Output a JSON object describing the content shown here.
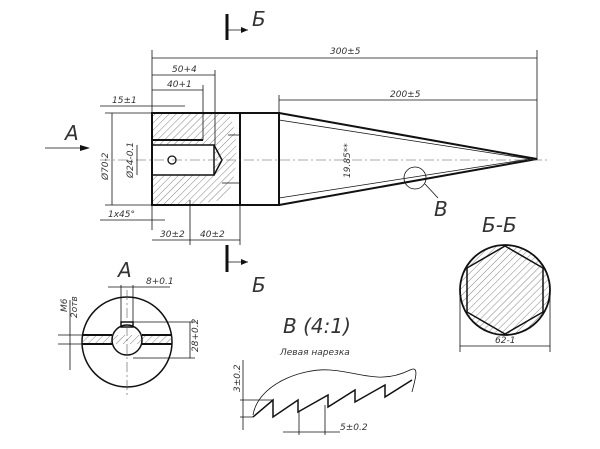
{
  "title": "Технический чертёж колуна-конуса",
  "dimensions": {
    "overall_length": "300±5",
    "bore_depth": "50+4",
    "slot_length": "40+1",
    "hole_offset": "15±1",
    "cone_length": "200±5",
    "outer_diameter": "Ø70-2",
    "bore_diameter": "Ø24-0.1",
    "cone_dim": "19.85**",
    "chamfer": "1x45°",
    "step1": "30±2",
    "step2": "40±2"
  },
  "labels": {
    "section_mark": "Б",
    "view_a": "А",
    "detail_b": "В",
    "section_title": "Б-Б",
    "hex_size": "62-1",
    "slot_width": "8+0.1",
    "key_height": "28+0.2",
    "thread": "M6",
    "holes": "2отв",
    "detail_title": "В  (4:1)",
    "detail_note": "Левая нарезка",
    "thread_depth": "3±0.2",
    "thread_pitch": "5±0.2"
  }
}
